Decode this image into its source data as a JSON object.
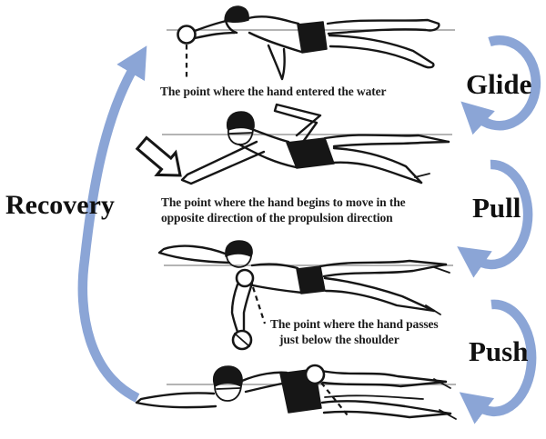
{
  "phase_labels": {
    "recovery": "Recovery",
    "glide": "Glide",
    "pull": "Pull",
    "push": "Push"
  },
  "captions": {
    "hand_entry": "The point where the hand entered the water",
    "pull_start_line1": "The point where the hand begins to move in the",
    "pull_start_line2": "opposite direction of the propulsion direction",
    "below_shoulder_line1": "The point where the hand passes",
    "below_shoulder_line2": "just below the shoulder"
  },
  "colors": {
    "arrow_blue": "#8ba5d6",
    "ink": "#161616",
    "water_line": "#9b9b9b",
    "background": "#ffffff"
  },
  "icons": {
    "recovery_arrow": "curved-arrow-up-right",
    "glide_arrow": "curved-arrow-down-left",
    "pull_arrow": "curved-arrow-down-left",
    "push_arrow": "curved-arrow-down-left",
    "pointer_arrow": "outlined-block-arrow-down-right",
    "hand_markers": "circle-marker"
  }
}
